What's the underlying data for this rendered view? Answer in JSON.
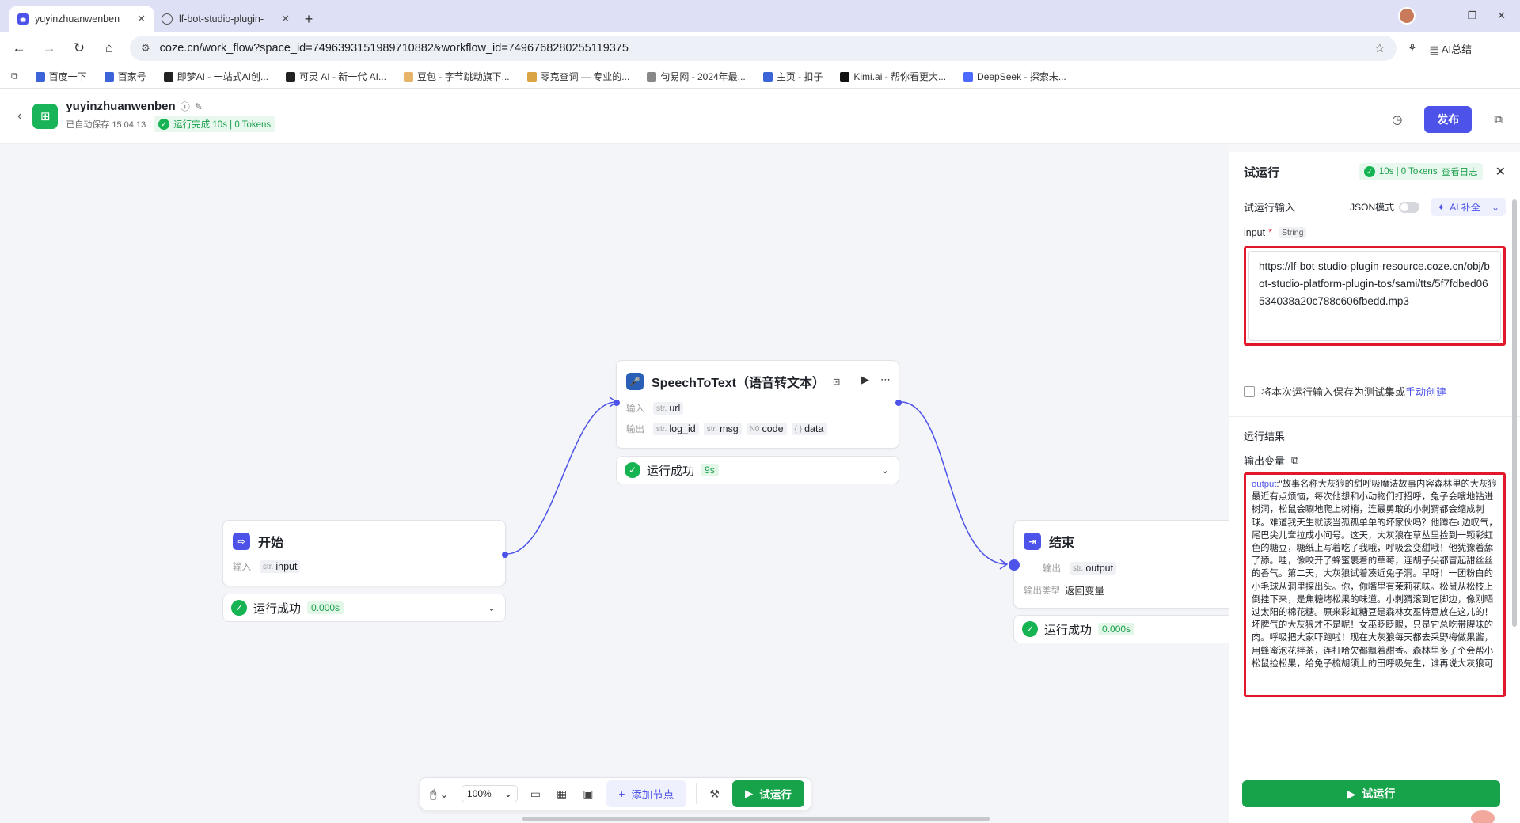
{
  "browser": {
    "tabs": [
      {
        "title": "yuyinzhuanwenben",
        "icon": "coze-icon",
        "active": true
      },
      {
        "title": "lf-bot-studio-plugin-",
        "icon": "globe-icon",
        "active": false
      }
    ],
    "url": "coze.cn/work_flow?space_id=7496393151989710882&workflow_id=7496768280255119375",
    "ai_summary": "AI总结",
    "bookmarks": [
      "百度一下",
      "百家号",
      "即梦AI - 一站式AI创...",
      "可灵 AI - 新一代 AI...",
      "豆包 - 字节跳动旗下...",
      "零克查词 — 专业的...",
      "句易网 - 2024年最...",
      "主页 - 扣子",
      "Kimi.ai - 帮你看更大...",
      "DeepSeek - 探索未..."
    ]
  },
  "header": {
    "name": "yuyinzhuanwenben",
    "autosave": "已自动保存 15:04:13",
    "run_status": "运行完成 10s | 0 Tokens",
    "publish": "发布"
  },
  "nodes": {
    "start": {
      "title": "开始",
      "in_label": "输入",
      "in_type": "str.",
      "in_name": "input",
      "status": "运行成功",
      "time": "0.000s"
    },
    "stt": {
      "title": "SpeechToText（语音转文本）",
      "in_label": "输入",
      "out_label": "输出",
      "inputs": [
        {
          "type": "str.",
          "name": "url"
        }
      ],
      "outputs": [
        {
          "type": "str.",
          "name": "log_id"
        },
        {
          "type": "str.",
          "name": "msg"
        },
        {
          "type": "N0",
          "name": "code"
        },
        {
          "type": "{ }",
          "name": "data"
        }
      ],
      "status": "运行成功",
      "time": "9s"
    },
    "end": {
      "title": "结束",
      "out_label": "输出",
      "out_type": "str.",
      "out_name": "output",
      "kind_label": "输出类型",
      "kind_value": "返回变量",
      "status": "运行成功",
      "time": "0.000s"
    }
  },
  "toolbar": {
    "zoom": "100%",
    "add_node": "添加节点",
    "try_run": "试运行"
  },
  "panel": {
    "title": "试运行",
    "badge": "10s | 0 Tokens",
    "log_link": "查看日志",
    "input_section": "试运行输入",
    "json_mode": "JSON模式",
    "ai_fill": "AI 补全",
    "field_name": "input",
    "field_type": "String",
    "field_value": "https://lf-bot-studio-plugin-resource.coze.cn/obj/bot-studio-platform-plugin-tos/sami/tts/5f7fdbed06534038a20c788c606fbedd.mp3",
    "save_label": "将本次运行输入保存为测试集或",
    "save_link": "手动创建",
    "result_title": "运行结果",
    "output_var": "输出变量",
    "output_key": "output",
    "output_text": ":\"故事名称大灰狼的甜呼吸魔法故事内容森林里的大灰狼最近有点烦恼，每次他想和小动物们打招呼，兔子会嗖地钻进树洞，松鼠会唰地爬上树梢，连最勇敢的小刺猬都会缩成刺球。难道我天生就该当孤孤单单的坏家伙吗？他蹲在c边叹气，尾巴尖儿耷拉成小问号。这天，大灰狼在草丛里捡到一颗彩虹色的糖豆，糖纸上写着吃了我哦，呼吸会变甜哦！他犹豫着舔了舔。哇，像咬开了蜂蜜裹着的草莓，连胡子尖都冒起甜丝丝的香气。第二天，大灰狼试着凑近兔子洞。早呀！一团粉白的小毛球从洞里探出头。你，你嘴里有茉莉花味。松鼠从松枝上倒挂下来，是焦糖烤松果的味道。小刺猬滚到它脚边，像刚晒过太阳的棉花糖。原来彩虹糖豆是森林女巫特意放在这儿的！坏脾气的大灰狼才不是呢！女巫眨眨眼，只是它总吃带腥味的肉。呼吸把大家吓跑啦！现在大灰狼每天都去采野梅做果酱，用蜂蜜泡花拌茶，连打哈欠都飘着甜香。森林里多了个会帮小松鼠捡松果，给兔子梳胡须上的田呼吸先生，谁再说大灰狼可",
    "bottom_button": "试运行"
  }
}
